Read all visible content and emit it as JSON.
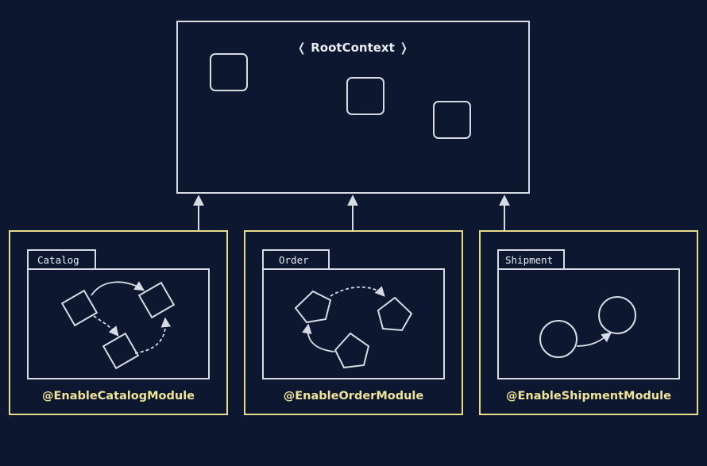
{
  "root": {
    "title": "❬ RootContext ❭"
  },
  "modules": [
    {
      "folder_label": "Catalog",
      "annotation": "@EnableCatalogModule"
    },
    {
      "folder_label": "Order",
      "annotation": "@EnableOrderModule"
    },
    {
      "folder_label": "Shipment",
      "annotation": "@EnableShipmentModule"
    }
  ],
  "colors": {
    "background": "#0d1830",
    "line": "#d6dbe4",
    "module_border": "#e6dc8c",
    "annotation_text": "#efe49a"
  }
}
